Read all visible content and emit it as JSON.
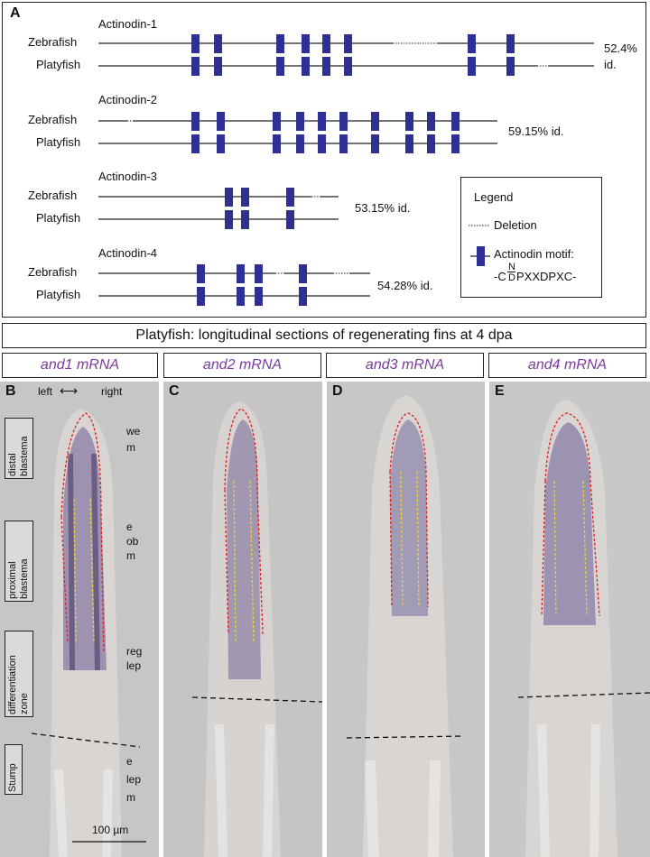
{
  "panel_a": {
    "letter": "A",
    "species": {
      "zebrafish": "Zebrafish",
      "platyfish": "Platyfish"
    },
    "genes": [
      {
        "name": "Actinodin-1",
        "identity": "52.4% id."
      },
      {
        "name": "Actinodin-2",
        "identity": "59.15% id."
      },
      {
        "name": "Actinodin-3",
        "identity": "53.15% id."
      },
      {
        "name": "Actinodin-4",
        "identity": "54.28% id."
      }
    ],
    "legend": {
      "title": "Legend",
      "deletion": "Deletion",
      "motif_label": "Actinodin motif:",
      "motif_prefix": "-C",
      "motif_top": "N",
      "motif_bottom": "D",
      "motif_suffix": "PXXDPXC-"
    },
    "colors": {
      "motif": "#2e3192",
      "line": "#222222"
    }
  },
  "banner": "Platyfish:  longitudinal sections of regenerating fins at 4 dpa",
  "panels": [
    {
      "letter": "B",
      "mrna": "and1 mRNA"
    },
    {
      "letter": "C",
      "mrna": "and2 mRNA"
    },
    {
      "letter": "D",
      "mrna": "and3 mRNA"
    },
    {
      "letter": "E",
      "mrna": "and4 mRNA"
    }
  ],
  "panel_b": {
    "orientation": {
      "left": "left",
      "right": "right"
    },
    "zones": {
      "distal": "distal blastema",
      "proximal": "proximal blastema",
      "differentiation": "differentiation zone",
      "stump": "Stump"
    },
    "annotations": {
      "we": "we",
      "m1": "m",
      "e1": "e",
      "ob": "ob",
      "m2": "m",
      "reg": "reg",
      "lep1": "lep",
      "e2": "e",
      "lep2": "lep",
      "m3": "m"
    },
    "scale_bar": "100 µm"
  }
}
